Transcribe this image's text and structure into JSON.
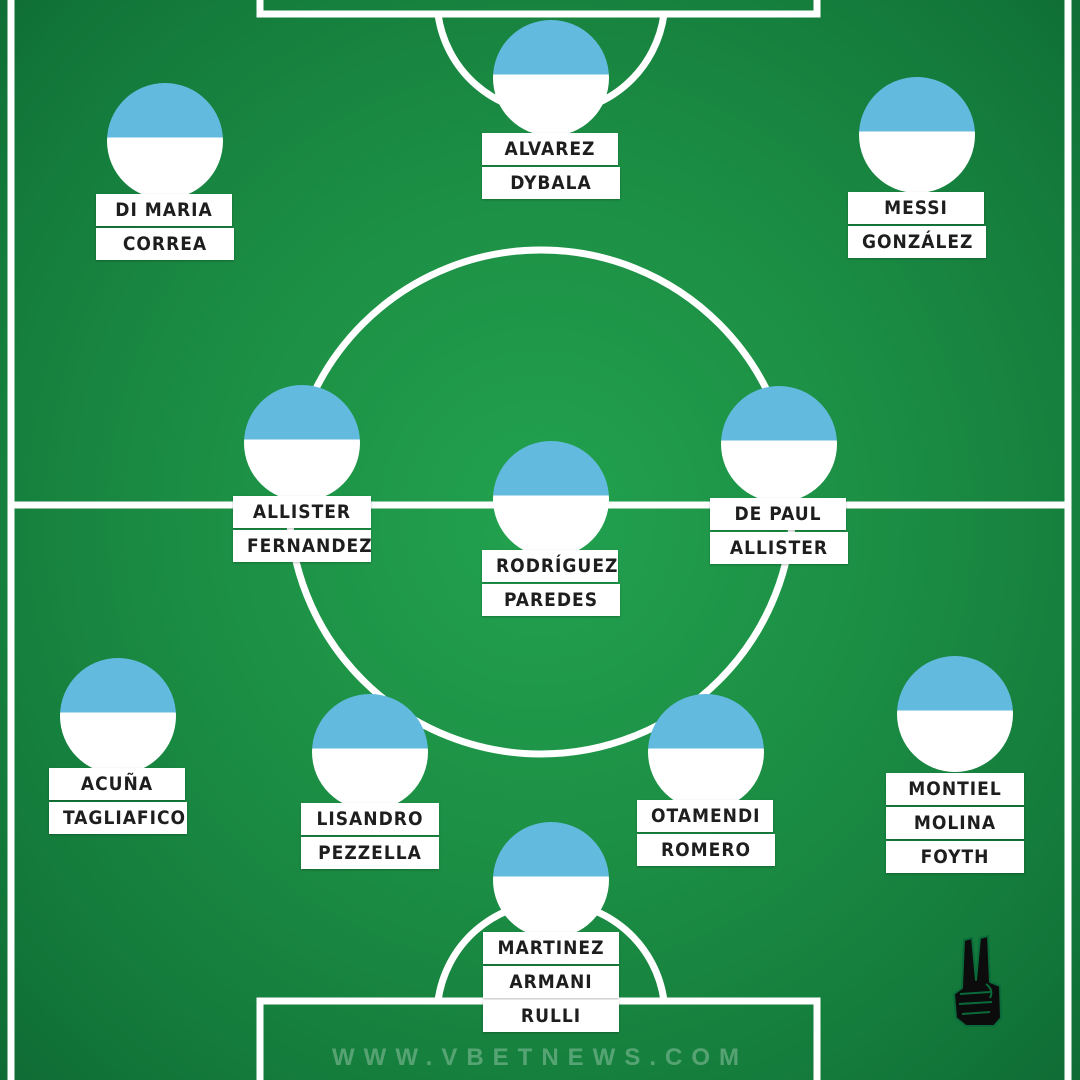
{
  "colors": {
    "pitch_green": "#1c8e44",
    "line_white": "#ffffff",
    "shirt_sky_blue": "#62bade",
    "shirt_white": "#ffffff",
    "name_text": "#1e1e1e"
  },
  "players": [
    {
      "id": "fw-center",
      "names": [
        "ALVAREZ",
        "DYBALA"
      ]
    },
    {
      "id": "fw-left",
      "names": [
        "DI MARIA",
        "CORREA"
      ]
    },
    {
      "id": "fw-right",
      "names": [
        "MESSI",
        "GONZÁLEZ"
      ]
    },
    {
      "id": "mf-left",
      "names": [
        "ALLISTER",
        "FERNANDEZ"
      ]
    },
    {
      "id": "mf-center",
      "names": [
        "RODRÍGUEZ",
        "PAREDES"
      ]
    },
    {
      "id": "mf-right",
      "names": [
        "DE PAUL",
        "ALLISTER"
      ]
    },
    {
      "id": "df-left",
      "names": [
        "ACUÑA",
        "TAGLIAFICO"
      ]
    },
    {
      "id": "df-center-left",
      "names": [
        "LISANDRO",
        "PEZZELLA"
      ]
    },
    {
      "id": "df-center-right",
      "names": [
        "OTAMENDI",
        "ROMERO"
      ]
    },
    {
      "id": "df-right",
      "names": [
        "MONTIEL",
        "MOLINA",
        "FOYTH"
      ]
    },
    {
      "id": "gk",
      "names": [
        "MARTINEZ",
        "ARMANI",
        "RULLI"
      ]
    }
  ],
  "watermark": "WWW.VBETNEWS.COM",
  "icon": "peace-hand-icon"
}
